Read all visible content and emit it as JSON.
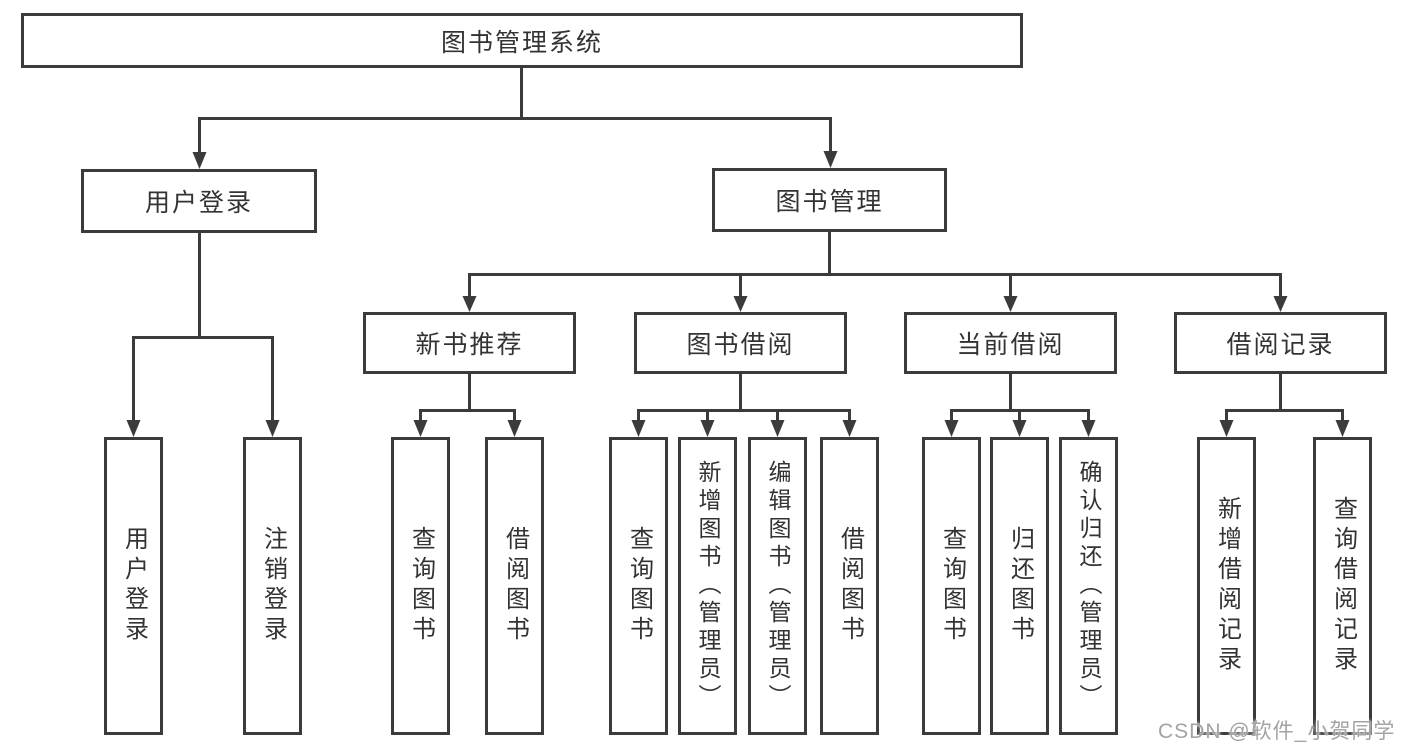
{
  "diagram_title": "图书管理系统",
  "tree": {
    "root": {
      "label": "图书管理系统"
    },
    "level1": [
      {
        "label": "用户登录"
      },
      {
        "label": "图书管理"
      }
    ],
    "level2": [
      {
        "label": "新书推荐",
        "parent": "图书管理"
      },
      {
        "label": "图书借阅",
        "parent": "图书管理"
      },
      {
        "label": "当前借阅",
        "parent": "图书管理"
      },
      {
        "label": "借阅记录",
        "parent": "图书管理"
      }
    ],
    "leaves": [
      {
        "label": "用户登录",
        "parent": "用户登录"
      },
      {
        "label": "注销登录",
        "parent": "用户登录"
      },
      {
        "label": "查询图书",
        "parent": "新书推荐"
      },
      {
        "label": "借阅图书",
        "parent": "新书推荐"
      },
      {
        "label": "查询图书",
        "parent": "图书借阅"
      },
      {
        "label": "新增图书（管理员）",
        "parent": "图书借阅"
      },
      {
        "label": "编辑图书（管理员）",
        "parent": "图书借阅"
      },
      {
        "label": "借阅图书",
        "parent": "图书借阅"
      },
      {
        "label": "查询图书",
        "parent": "当前借阅"
      },
      {
        "label": "归还图书",
        "parent": "当前借阅"
      },
      {
        "label": "确认归还（管理员）",
        "parent": "当前借阅"
      },
      {
        "label": "新增借阅记录",
        "parent": "借阅记录"
      },
      {
        "label": "查询借阅记录",
        "parent": "借阅记录"
      }
    ]
  },
  "watermark": {
    "text": "CSDN @软件_小贺同学"
  },
  "colors": {
    "line": "#3b3b3b",
    "text": "#333333",
    "watermark": "#a3a3a3",
    "background": "#ffffff"
  }
}
